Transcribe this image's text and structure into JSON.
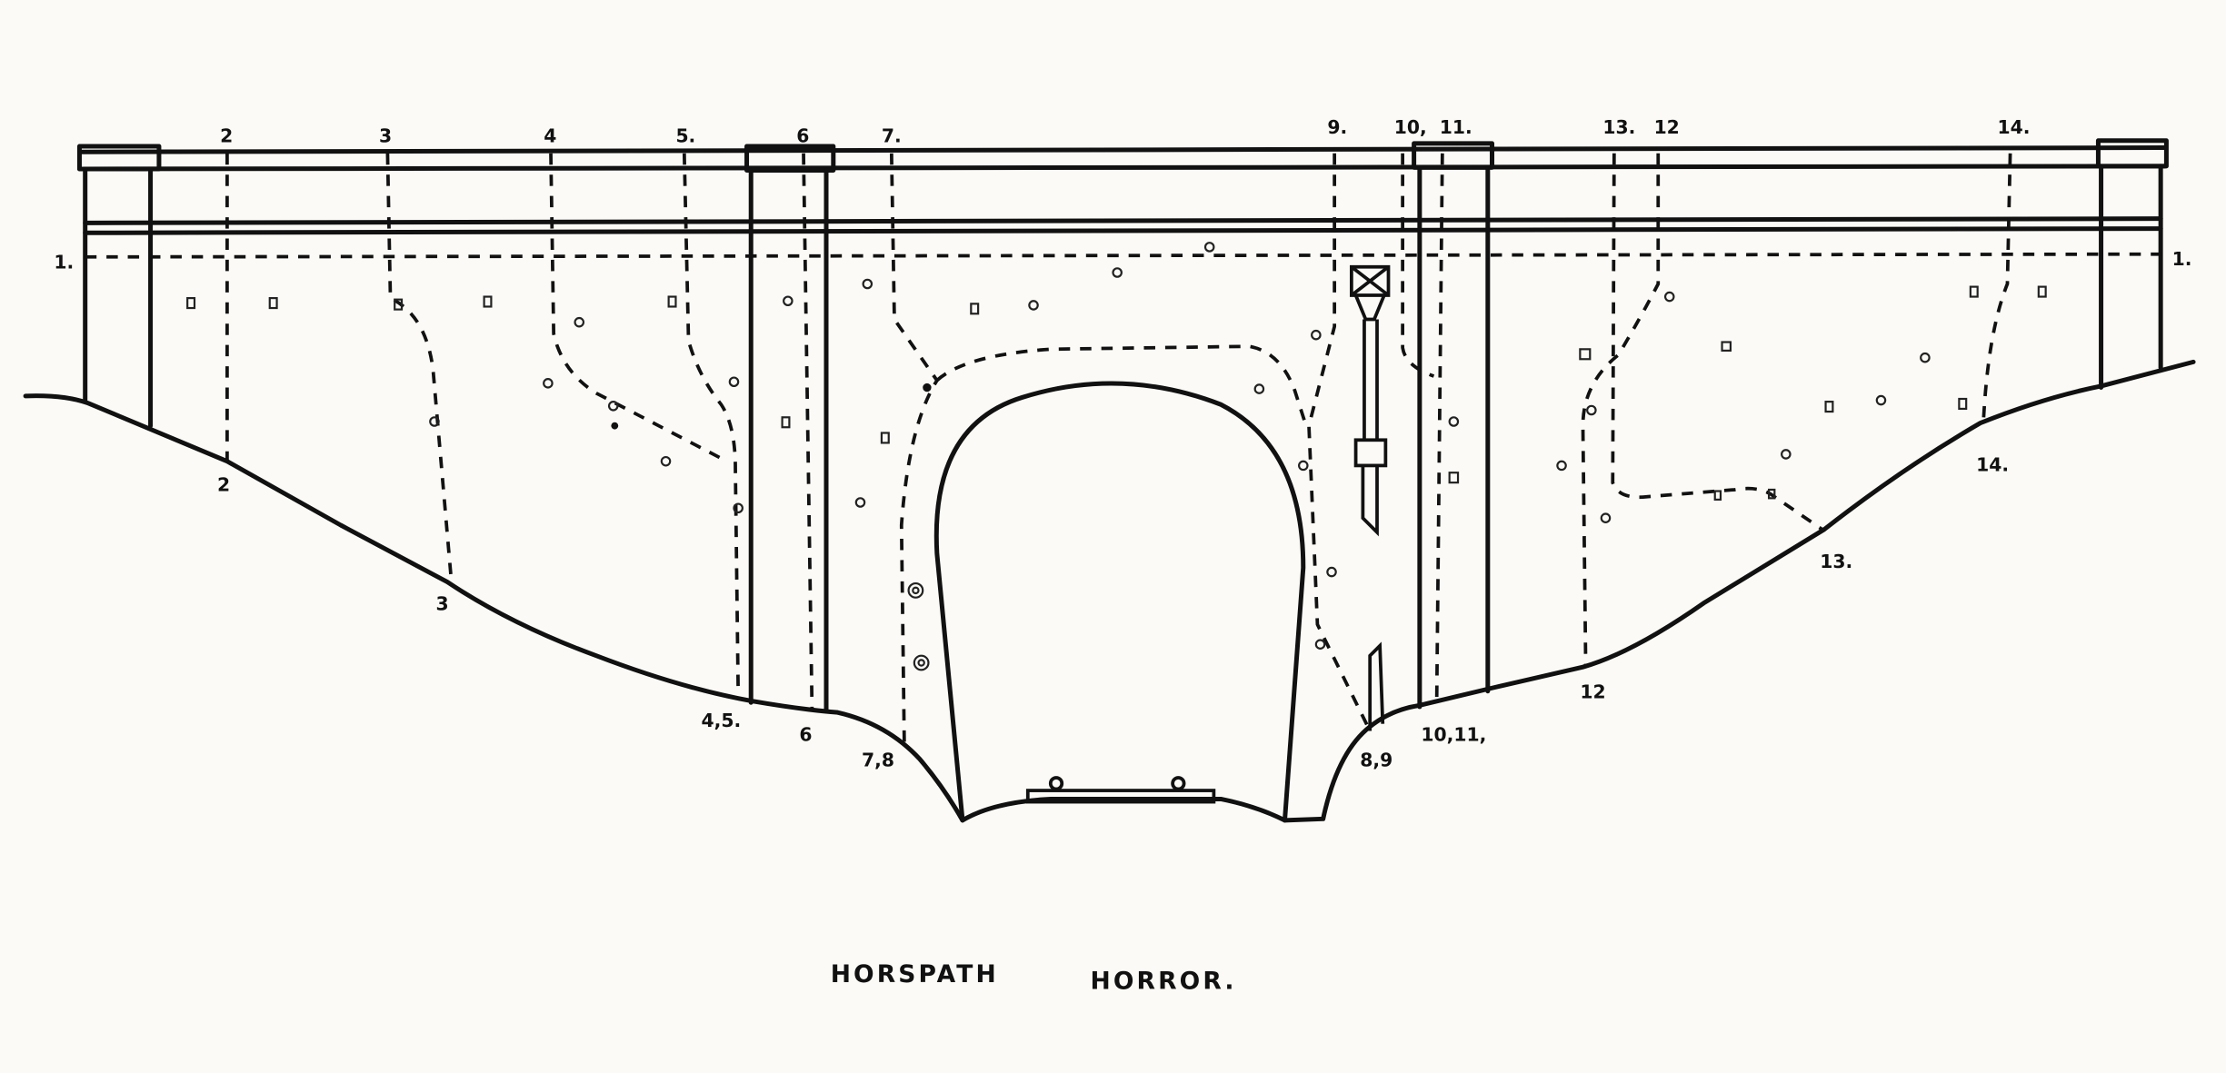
{
  "title": {
    "word1": "HORSPATH",
    "word2": "HORROR."
  },
  "route_labels_top": [
    "2",
    "3",
    "4",
    "5.",
    "6",
    "7.",
    "9.",
    "10,",
    "11.",
    "13.",
    "12",
    "14."
  ],
  "route_labels_side": [
    "1.",
    "1."
  ],
  "route_labels_bottom": [
    "2",
    "3",
    "4,5.",
    "6",
    "7,8",
    "8,9",
    "10,11,",
    "12",
    "13.",
    "14."
  ]
}
